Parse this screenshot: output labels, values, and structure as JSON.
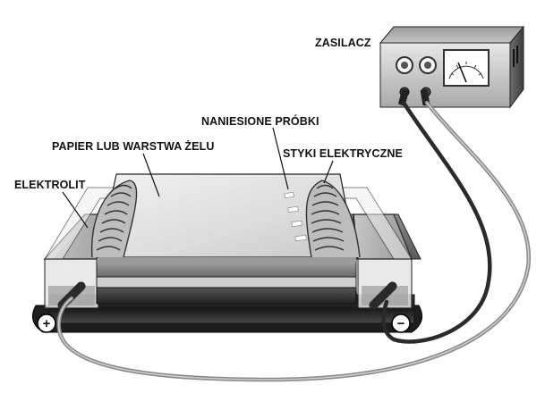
{
  "labels": {
    "power_supply": "ZASILACZ",
    "samples": "NANIESIONE PRÓBKI",
    "paper_or_gel": "PAPIER LUB WARSTWA ŻELU",
    "electrical_contacts": "STYKI ELEKTRYCZNE",
    "electrolyte": "ELEKTROLIT"
  },
  "polarity": {
    "positive": "+",
    "negative": "−"
  },
  "colors": {
    "background": "#ffffff",
    "ink": "#111111",
    "tray_base": "#1e1e1e",
    "gel": "#d9d9d9",
    "cable_light": "#9a9a9a",
    "cable_dark": "#2a2a2a"
  }
}
